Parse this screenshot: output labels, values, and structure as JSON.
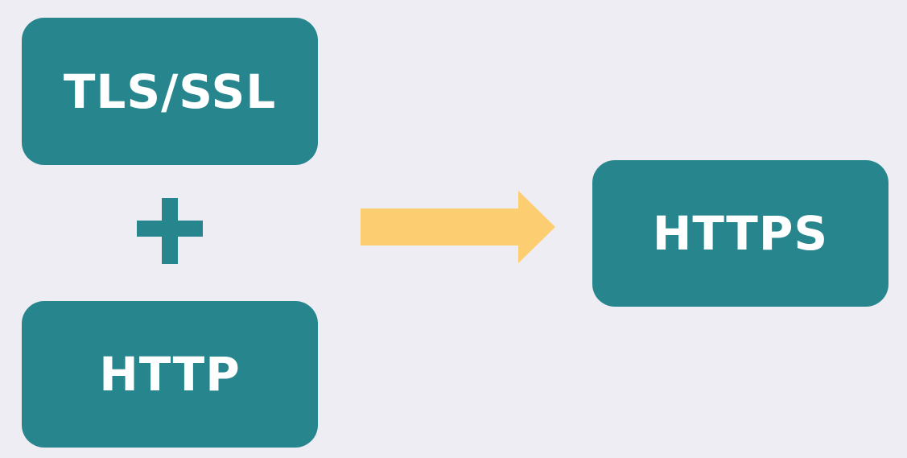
{
  "diagram": {
    "nodes": {
      "tls_ssl": {
        "label": "TLS/SSL"
      },
      "http": {
        "label": "HTTP"
      },
      "https": {
        "label": "HTTPS"
      }
    },
    "operator": {
      "symbol": "+"
    },
    "colors": {
      "background": "#eeedf3",
      "box_fill": "#27868d",
      "box_text": "#ffffff",
      "plus": "#27868d",
      "arrow": "#fdcd72"
    }
  }
}
